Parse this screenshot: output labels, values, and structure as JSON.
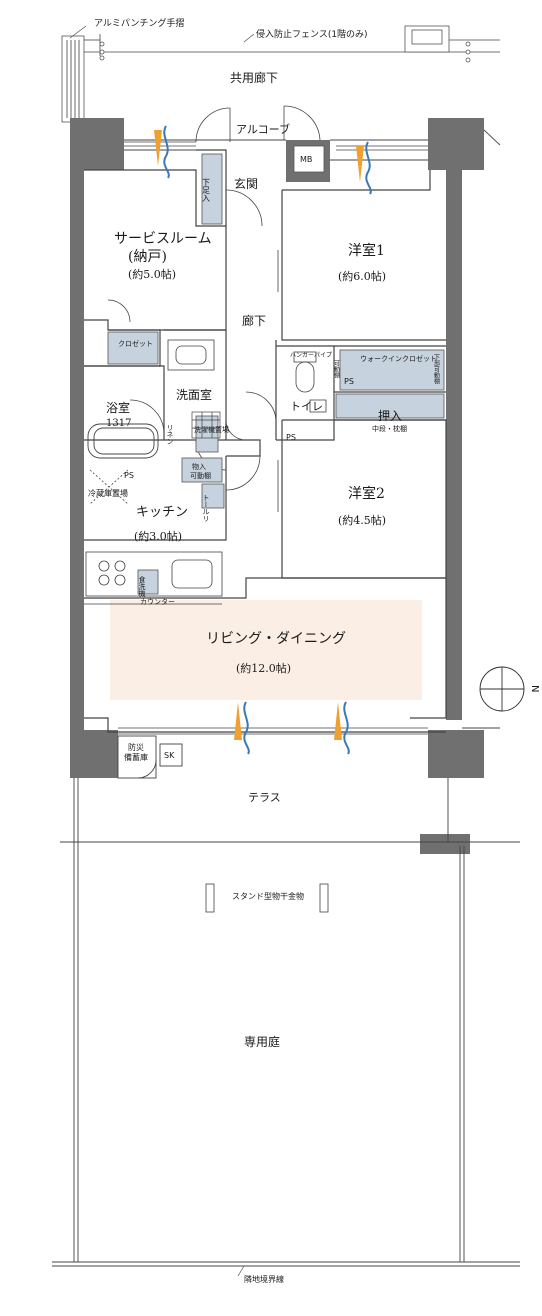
{
  "labels": {
    "handrail": "アルミパンチング手摺",
    "fence": "侵入防止フェンス(1階のみ)",
    "common_corridor": "共用廊下",
    "alcove": "アルコーブ",
    "mb": "MB",
    "shoe_box": "下足入",
    "entrance": "玄関",
    "service_room": "サービスルーム",
    "service_room_sub": "(納戸)",
    "service_room_size": "(約5.0帖)",
    "room1": "洋室1",
    "room1_size": "(約6.0帖)",
    "hallway": "廊下",
    "closet": "クロゼット",
    "bath": "浴室",
    "bath_size": "1317",
    "washroom": "洗面室",
    "linen": "リネン",
    "washer": "洗濯機置場",
    "ps": "PS",
    "hanger_pipe": "ハンガーパイプ",
    "walkin": "ウォークインクロゼット",
    "adjustable_shelf": "下部可動棚",
    "adjustable": "可動棚",
    "toilet": "トイレ",
    "oshiire": "押入",
    "oshiire_sub": "中段・枕棚",
    "storage": "物入",
    "storage_sub": "可動棚",
    "fridge": "冷蔵庫置場",
    "kitchen": "キッチン",
    "kitchen_size": "(約3.0帖)",
    "tall_storage": "トールリ",
    "room2": "洋室2",
    "room2_size": "(約4.5帖)",
    "dishwasher": "食洗機",
    "counter": "カウンター",
    "living": "リビング・ダイニング",
    "living_size": "(約12.0帖)",
    "disaster": "防災",
    "disaster2": "備蓄庫",
    "sk": "SK",
    "terrace": "テラス",
    "stand": "スタンド型物干金物",
    "garden": "専用庭",
    "boundary": "隣地境界線",
    "north": "N"
  },
  "colors": {
    "wall": "#707070",
    "storage_fill": "#c6d3df",
    "living_fill": "#fbeee4",
    "airflow_orange": "#f0a030",
    "airflow_blue": "#3a78b8"
  }
}
